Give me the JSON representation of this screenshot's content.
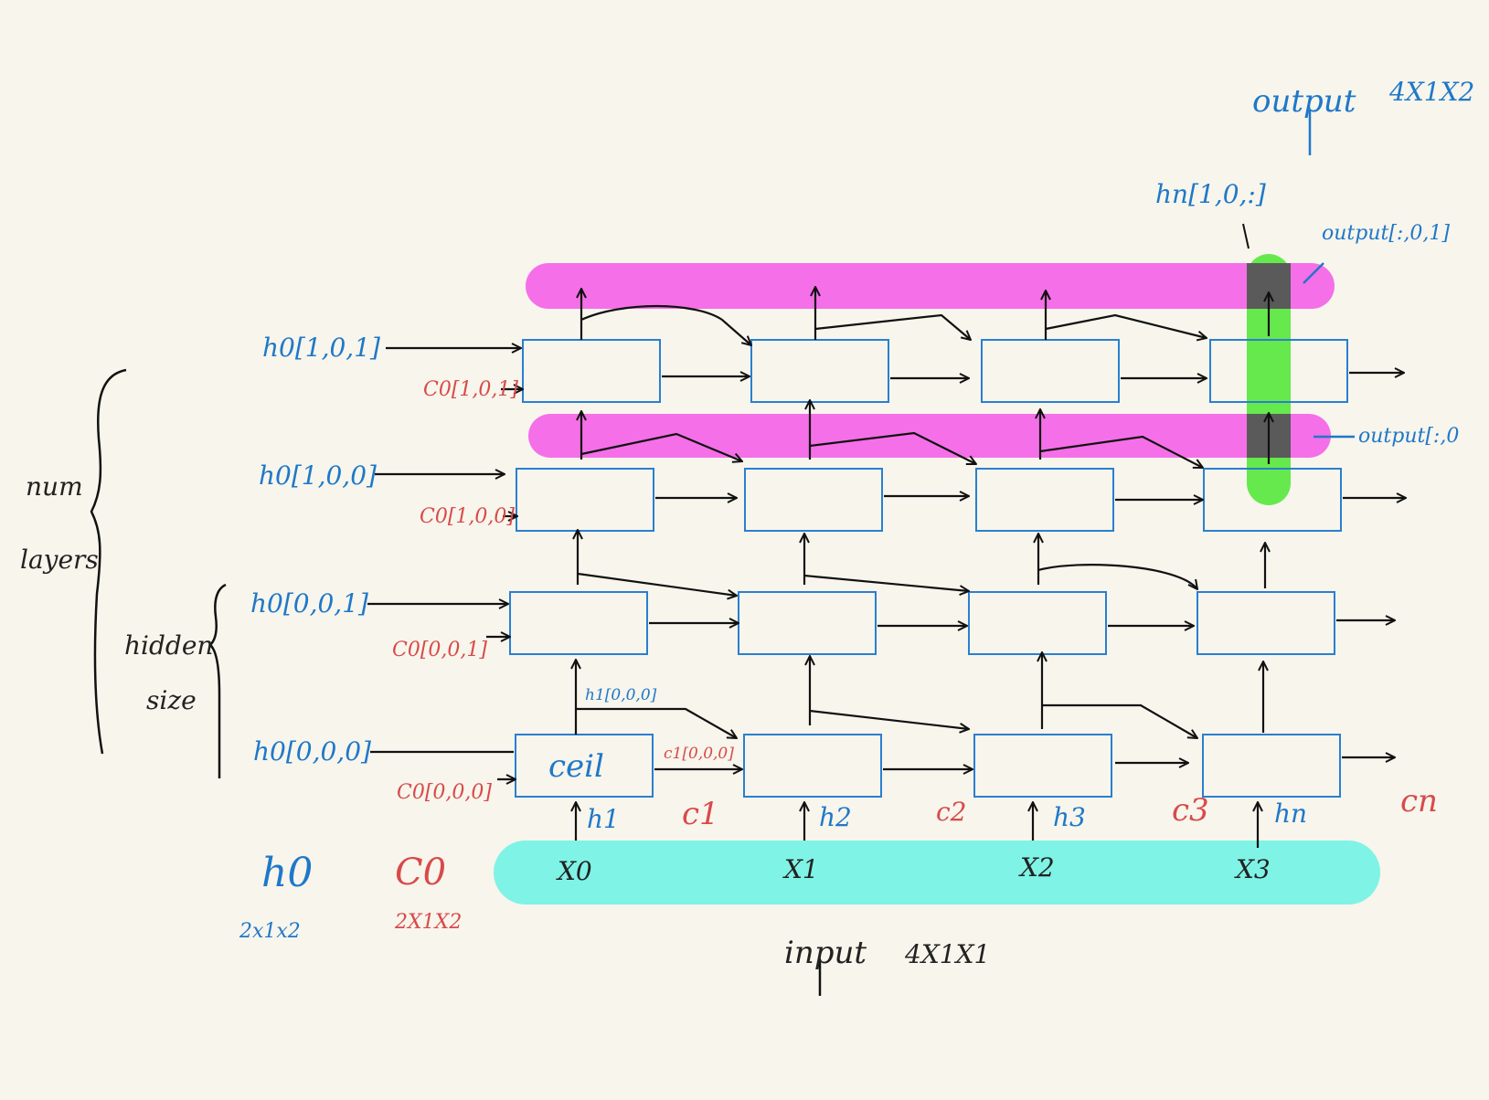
{
  "labels": {
    "output_title": "output",
    "output_shape": "4X1X2",
    "hn_slice": "hn[1,0,:]",
    "output_slice_1": "output[:,0,1]",
    "output_slice_0": "output[:,0",
    "h0_l1_u1": "h0[1,0,1]",
    "c0_l1_u1": "C0[1,0,1]",
    "h0_l1_u0": "h0[1,0,0]",
    "c0_l1_u0": "C0[1,0,0]",
    "h0_l0_u1": "h0[0,0,1]",
    "c0_l0_u1": "C0[0,0,1]",
    "h0_l0_u0": "h0[0,0,0]",
    "c0_l0_u0": "C0[0,0,0]",
    "num_layers_1": "num",
    "num_layers_2": "layers",
    "hidden_size_1": "hidden",
    "hidden_size_2": "size",
    "cell_text": "ceil",
    "h1_slice": "h1[0,0,0]",
    "c1_slice": "c1[0,0,0]",
    "h_labels": [
      "h1",
      "h2",
      "h3",
      "hn"
    ],
    "c_labels": [
      "c1",
      "c2",
      "c3",
      "cn"
    ],
    "h0": "h0",
    "h0_shape": "2x1x2",
    "c0": "C0",
    "c0_shape": "2X1X2",
    "x_labels": [
      "X0",
      "X1",
      "X2",
      "X3"
    ],
    "input_title": "input",
    "input_shape": "4X1X1"
  },
  "colors": {
    "background": "#f7f5ec",
    "magenta_band": "#f56fe8",
    "cyan_band": "#7ff3e6",
    "green_band": "#66e94d",
    "blue_text": "#1f78c8",
    "red_text": "#d84a4a",
    "cell_border": "#2a7fd0"
  }
}
